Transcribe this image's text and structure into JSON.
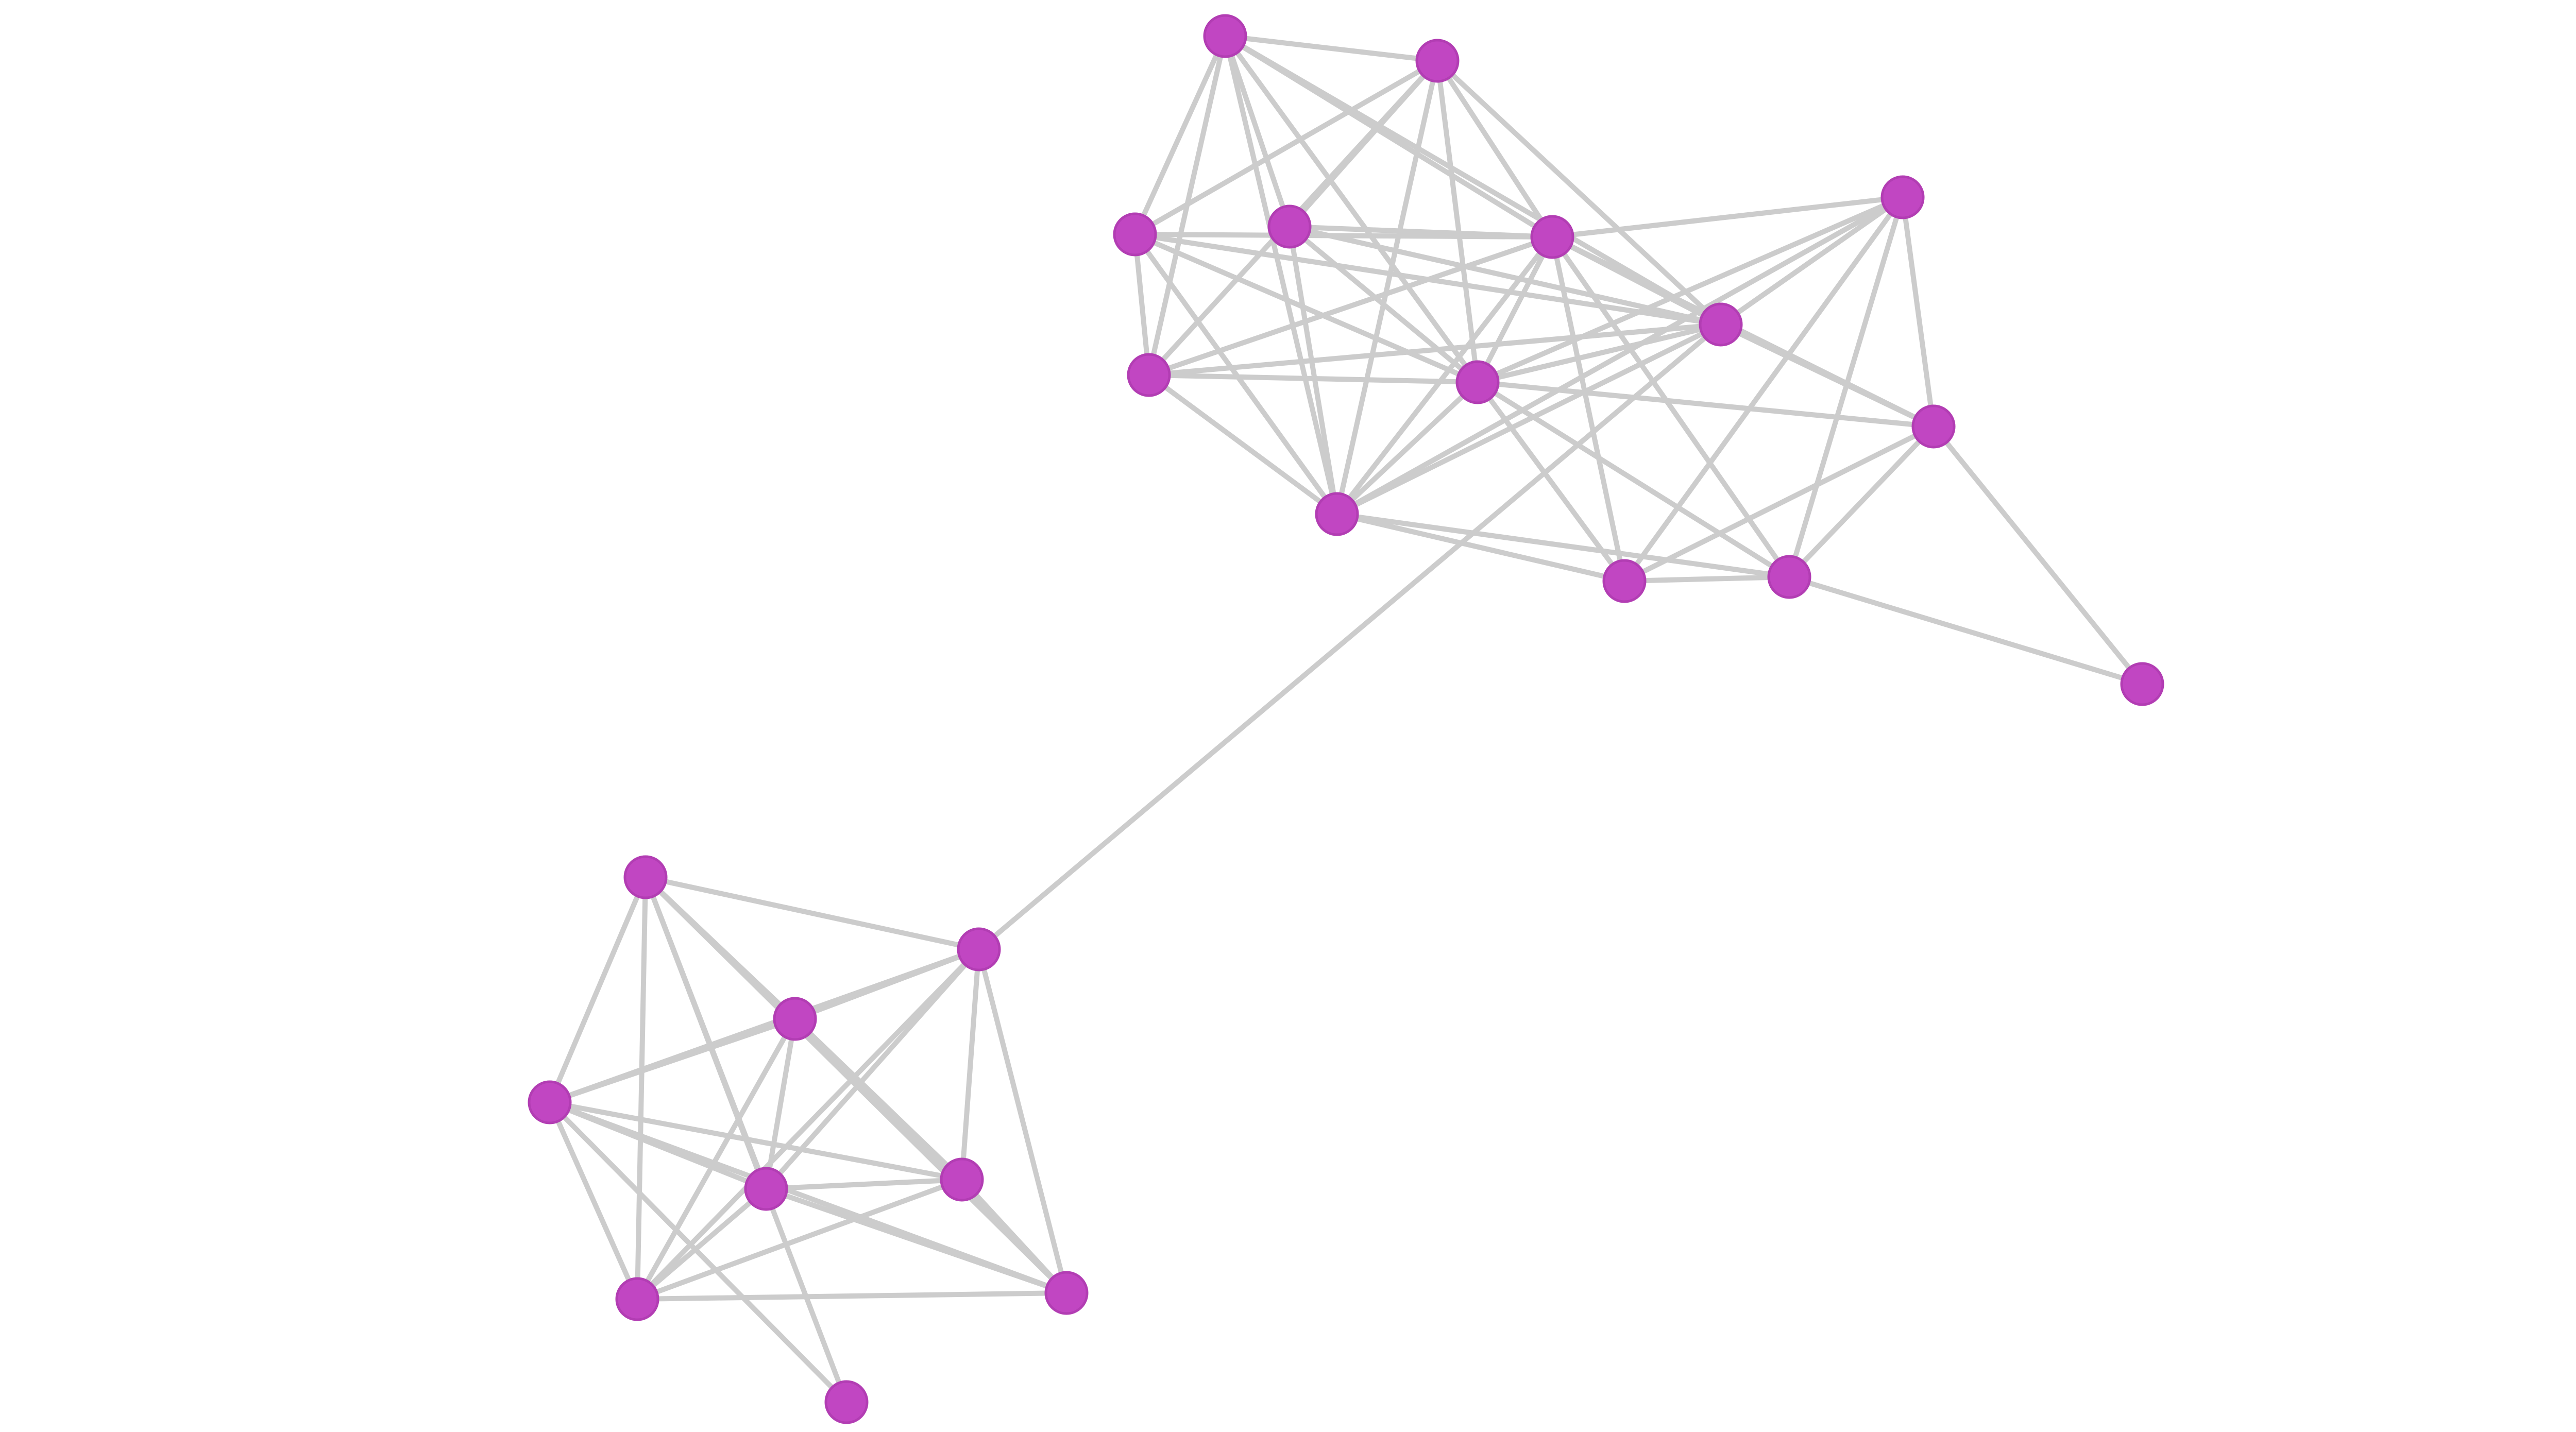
{
  "graph": {
    "node_color": "#c146c2",
    "node_outline_color": "#b23db3",
    "edge_color": "#cccccc",
    "background_color": "#ffffff",
    "nodes": [
      {
        "id": "a1"
      },
      {
        "id": "a2"
      },
      {
        "id": "a3"
      },
      {
        "id": "a4"
      },
      {
        "id": "a5"
      },
      {
        "id": "a6"
      },
      {
        "id": "a7"
      },
      {
        "id": "a8"
      },
      {
        "id": "a9"
      },
      {
        "id": "a10"
      },
      {
        "id": "a11"
      },
      {
        "id": "a12"
      },
      {
        "id": "a13"
      },
      {
        "id": "a14"
      },
      {
        "id": "b1"
      },
      {
        "id": "b2"
      },
      {
        "id": "b3"
      },
      {
        "id": "b4"
      },
      {
        "id": "b5"
      },
      {
        "id": "b6"
      },
      {
        "id": "b7"
      },
      {
        "id": "b8"
      },
      {
        "id": "b9"
      }
    ],
    "edges": [
      [
        "a1",
        "a2"
      ],
      [
        "a1",
        "a3"
      ],
      [
        "a1",
        "a4"
      ],
      [
        "a1",
        "a5"
      ],
      [
        "a1",
        "a6"
      ],
      [
        "a1",
        "a7"
      ],
      [
        "a1",
        "a8"
      ],
      [
        "a1",
        "a9"
      ],
      [
        "a2",
        "a3"
      ],
      [
        "a2",
        "a4"
      ],
      [
        "a2",
        "a5"
      ],
      [
        "a2",
        "a6"
      ],
      [
        "a2",
        "a7"
      ],
      [
        "a2",
        "a8"
      ],
      [
        "a2",
        "a9"
      ],
      [
        "a3",
        "a4"
      ],
      [
        "a3",
        "a6"
      ],
      [
        "a3",
        "a7"
      ],
      [
        "a3",
        "a8"
      ],
      [
        "a3",
        "a9"
      ],
      [
        "a4",
        "a6"
      ],
      [
        "a4",
        "a7"
      ],
      [
        "a4",
        "a8"
      ],
      [
        "a4",
        "a9"
      ],
      [
        "a5",
        "a6"
      ],
      [
        "a5",
        "a7"
      ],
      [
        "a5",
        "a8"
      ],
      [
        "a5",
        "a9"
      ],
      [
        "a6",
        "a7"
      ],
      [
        "a6",
        "a8"
      ],
      [
        "a6",
        "a9"
      ],
      [
        "a6",
        "a10"
      ],
      [
        "a6",
        "a11"
      ],
      [
        "a6",
        "a12"
      ],
      [
        "a6",
        "a13"
      ],
      [
        "a7",
        "a8"
      ],
      [
        "a7",
        "a9"
      ],
      [
        "a7",
        "a10"
      ],
      [
        "a7",
        "a12"
      ],
      [
        "a7",
        "a13"
      ],
      [
        "a7",
        "a11"
      ],
      [
        "a8",
        "a10"
      ],
      [
        "a8",
        "a12"
      ],
      [
        "a8",
        "a13"
      ],
      [
        "a8",
        "a9"
      ],
      [
        "a10",
        "a11"
      ],
      [
        "a10",
        "a12"
      ],
      [
        "a10",
        "a13"
      ],
      [
        "a10",
        "a9"
      ],
      [
        "a11",
        "a12"
      ],
      [
        "a11",
        "a13"
      ],
      [
        "a11",
        "a9"
      ],
      [
        "a11",
        "a14"
      ],
      [
        "a12",
        "a13"
      ],
      [
        "a12",
        "a14"
      ],
      [
        "a9",
        "b1"
      ],
      [
        "b1",
        "b2"
      ],
      [
        "b1",
        "b3"
      ],
      [
        "b1",
        "b4"
      ],
      [
        "b1",
        "b5"
      ],
      [
        "b1",
        "b6"
      ],
      [
        "b1",
        "b7"
      ],
      [
        "b1",
        "b8"
      ],
      [
        "b2",
        "b3"
      ],
      [
        "b2",
        "b4"
      ],
      [
        "b2",
        "b5"
      ],
      [
        "b2",
        "b6"
      ],
      [
        "b2",
        "b7"
      ],
      [
        "b2",
        "b8"
      ],
      [
        "b2",
        "b9"
      ],
      [
        "b3",
        "b4"
      ],
      [
        "b3",
        "b5"
      ],
      [
        "b3",
        "b6"
      ],
      [
        "b3",
        "b7"
      ],
      [
        "b3",
        "b8"
      ],
      [
        "b4",
        "b5"
      ],
      [
        "b4",
        "b6"
      ],
      [
        "b4",
        "b7"
      ],
      [
        "b4",
        "b8"
      ],
      [
        "b4",
        "b9"
      ],
      [
        "b5",
        "b6"
      ],
      [
        "b5",
        "b7"
      ],
      [
        "b5",
        "b8"
      ],
      [
        "b6",
        "b7"
      ],
      [
        "b6",
        "b8"
      ],
      [
        "b7",
        "b8"
      ]
    ]
  }
}
